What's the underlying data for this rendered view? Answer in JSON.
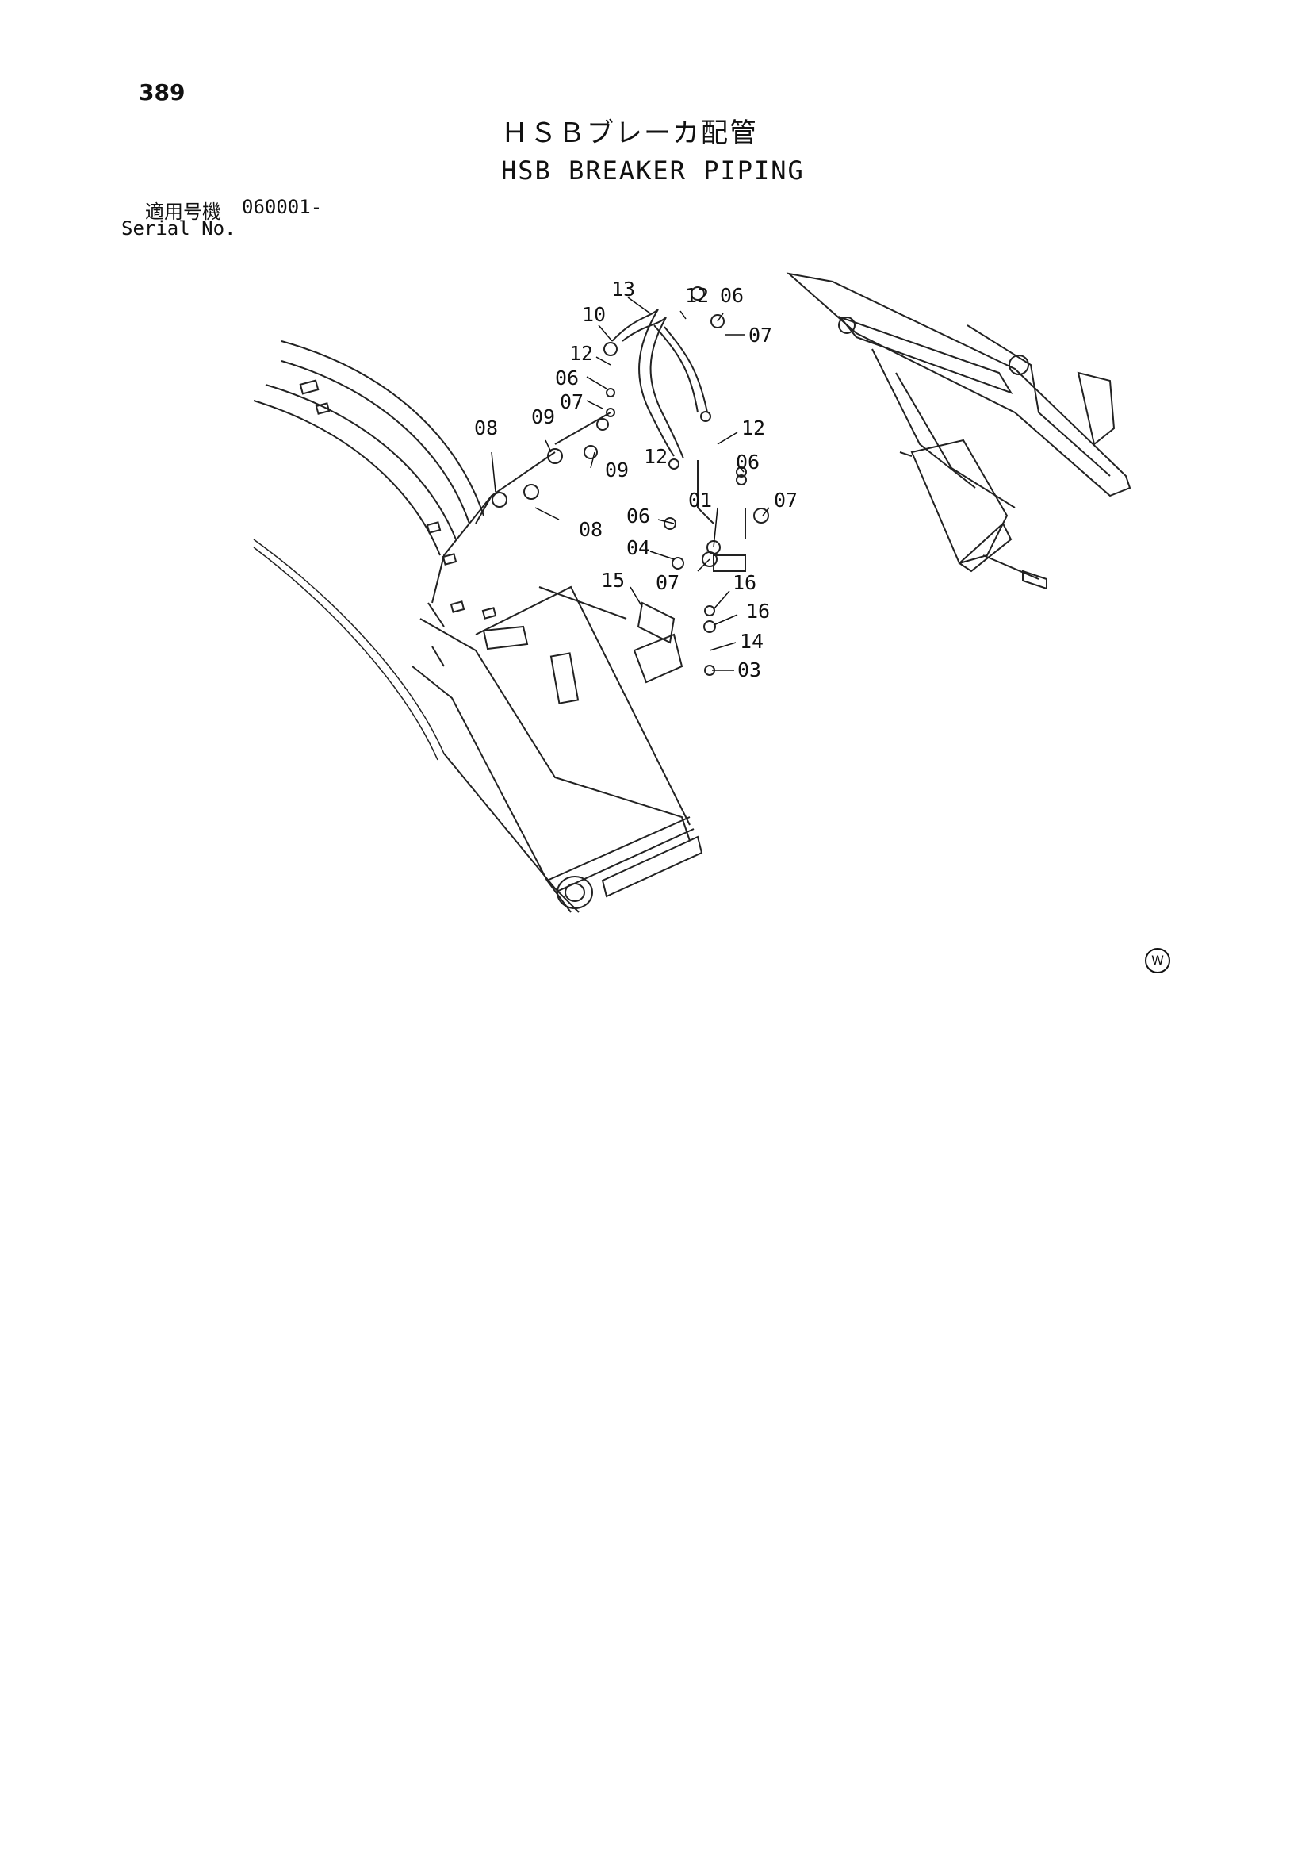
{
  "page": {
    "number": "389",
    "title_jp": "ＨＳＢブレーカ配管",
    "title_en": "HSB BREAKER PIPING",
    "serial_label_jp": "適用号機",
    "serial_value": "060001-",
    "serial_label_en": "Serial No.",
    "corner_mark": "W"
  },
  "callouts": [
    {
      "id": "c-13",
      "label": "13"
    },
    {
      "id": "c-12a",
      "label": "12"
    },
    {
      "id": "c-06a",
      "label": "06"
    },
    {
      "id": "c-10",
      "label": "10"
    },
    {
      "id": "c-07a",
      "label": "07"
    },
    {
      "id": "c-12b",
      "label": "12"
    },
    {
      "id": "c-06b",
      "label": "06"
    },
    {
      "id": "c-07b",
      "label": "07"
    },
    {
      "id": "c-08a",
      "label": "08"
    },
    {
      "id": "c-09a",
      "label": "09"
    },
    {
      "id": "c-12c",
      "label": "12"
    },
    {
      "id": "c-09b",
      "label": "09"
    },
    {
      "id": "c-12d",
      "label": "12"
    },
    {
      "id": "c-06c",
      "label": "06"
    },
    {
      "id": "c-08b",
      "label": "08"
    },
    {
      "id": "c-01",
      "label": "01"
    },
    {
      "id": "c-07c",
      "label": "07"
    },
    {
      "id": "c-06d",
      "label": "06"
    },
    {
      "id": "c-04",
      "label": "04"
    },
    {
      "id": "c-07d",
      "label": "07"
    },
    {
      "id": "c-15",
      "label": "15"
    },
    {
      "id": "c-16a",
      "label": "16"
    },
    {
      "id": "c-16b",
      "label": "16"
    },
    {
      "id": "c-14",
      "label": "14"
    },
    {
      "id": "c-03",
      "label": "03"
    }
  ]
}
